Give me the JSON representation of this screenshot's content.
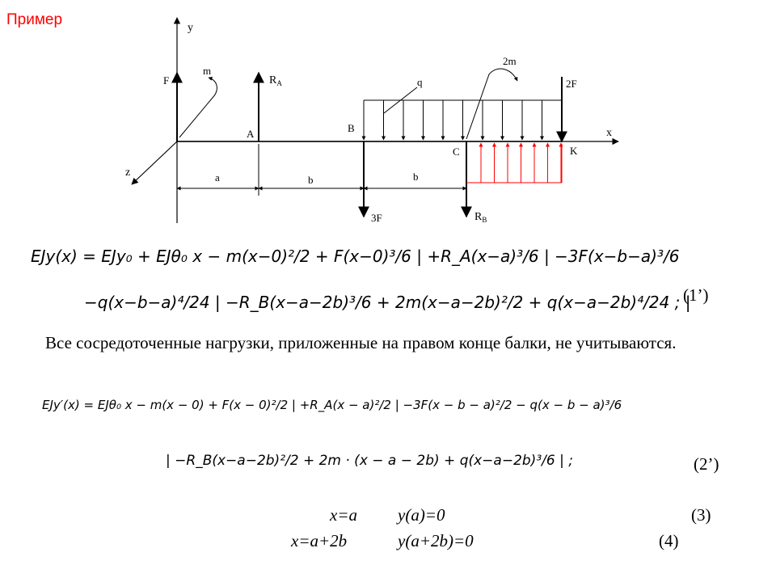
{
  "header": {
    "title": "Пример"
  },
  "diagram": {
    "labels": {
      "y": "y",
      "x": "x",
      "z": "z",
      "F": "F",
      "m": "m",
      "RA": "R",
      "RA_sub": "A",
      "A": "A",
      "B": "B",
      "C": "C",
      "K": "K",
      "q": "q",
      "two_m": "2m",
      "two_F": "2F",
      "three_F": "3F",
      "RB": "R",
      "RB_sub": "B",
      "dim_a": "a",
      "dim_b1": "b",
      "dim_b2": "b"
    }
  },
  "equations": {
    "eq1_line1": "EJy(x) = EJy₀ + EJθ₀ x − m(x−0)²/2 + F(x−0)³/6 | +R_A(x−a)³/6 | −3F(x−b−a)³/6",
    "eq1_line2": "−q(x−b−a)⁴/24 | −R_B(x−a−2b)³/6 + 2m(x−a−2b)²/2 + q(x−a−2b)⁴/24 ; |",
    "eq1_num": "(1’)",
    "paragraph": "Все сосредоточенные нагрузки, приложенные на правом конце балки, не учитываются.",
    "eq2_line1": "EJy′(x) = EJθ₀ x − m(x − 0) + F(x − 0)²/2 | +R_A(x − a)²/2 | −3F(x − b − a)²/2 − q(x − b − a)³/6",
    "eq2_line2": "| −R_B(x−a−2b)²/2 + 2m · (x − a − 2b) + q(x−a−2b)³/6 | ;",
    "eq2_num": "(2’)"
  },
  "conditions": [
    {
      "x": "x=a",
      "y": "y(a)=0",
      "num": "(3)"
    },
    {
      "x": "x=a+2b",
      "y": "y(a+2b)=0",
      "num": "(4)"
    }
  ],
  "colors": {
    "header": "#ff0000",
    "reaction_load": "#ff0000"
  }
}
